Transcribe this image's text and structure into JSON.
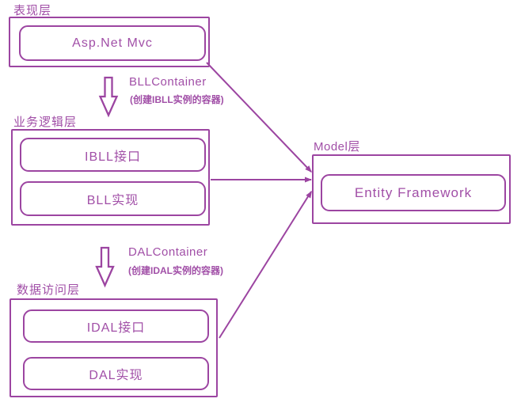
{
  "colors": {
    "accent": "#9c45a1",
    "text": "#a14fa7"
  },
  "layers": {
    "presentation": {
      "label": "表现层",
      "items": [
        {
          "label": "Asp.Net Mvc"
        }
      ]
    },
    "business": {
      "label": "业务逻辑层",
      "items": [
        {
          "label": "IBLL接口"
        },
        {
          "label": "BLL实现"
        }
      ]
    },
    "data_access": {
      "label": "数据访问层",
      "items": [
        {
          "label": "IDAL接口"
        },
        {
          "label": "DAL实现"
        }
      ]
    },
    "model": {
      "label": "Model层",
      "items": [
        {
          "label": "Entity Framework"
        }
      ]
    }
  },
  "connectors": {
    "bll": {
      "title": "BLLContainer",
      "subtitle": "(创建IBLL实例的容器)"
    },
    "dal": {
      "title": "DALContainer",
      "subtitle": "(创建IDAL实例的容器)"
    }
  }
}
